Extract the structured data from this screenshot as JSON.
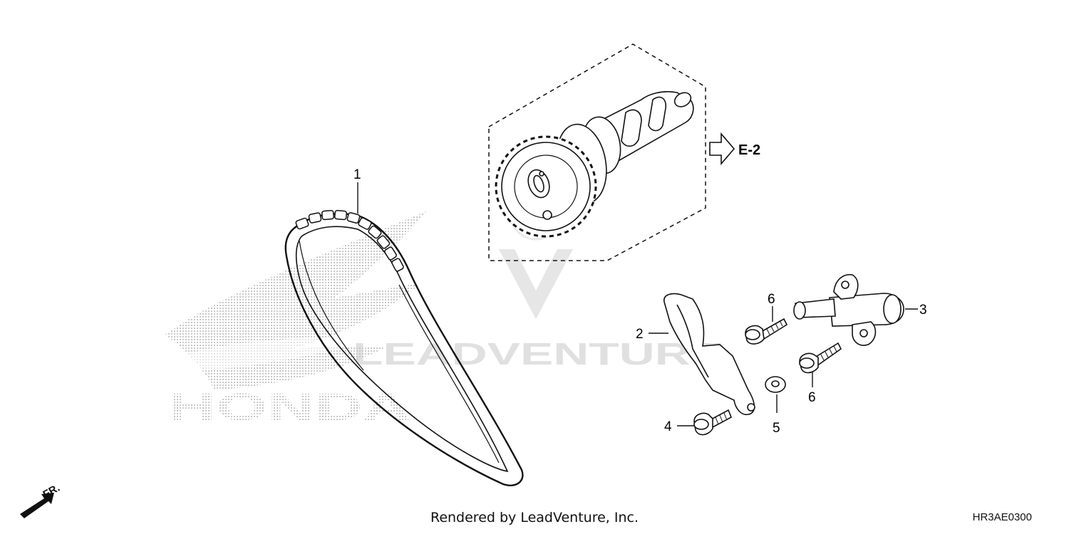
{
  "watermark": {
    "brand_text": "HONDA",
    "overlay_text": "LEADVENTURE"
  },
  "callouts": {
    "p1": "1",
    "p2": "2",
    "p3": "3",
    "p4": "4",
    "p5": "5",
    "p6a": "6",
    "p6b": "6"
  },
  "reference": {
    "label": "E-2"
  },
  "direction": {
    "label": "FR."
  },
  "footer": {
    "credit": "Rendered by LeadVenture, Inc.",
    "diagram_code": "HR3AE0300"
  }
}
